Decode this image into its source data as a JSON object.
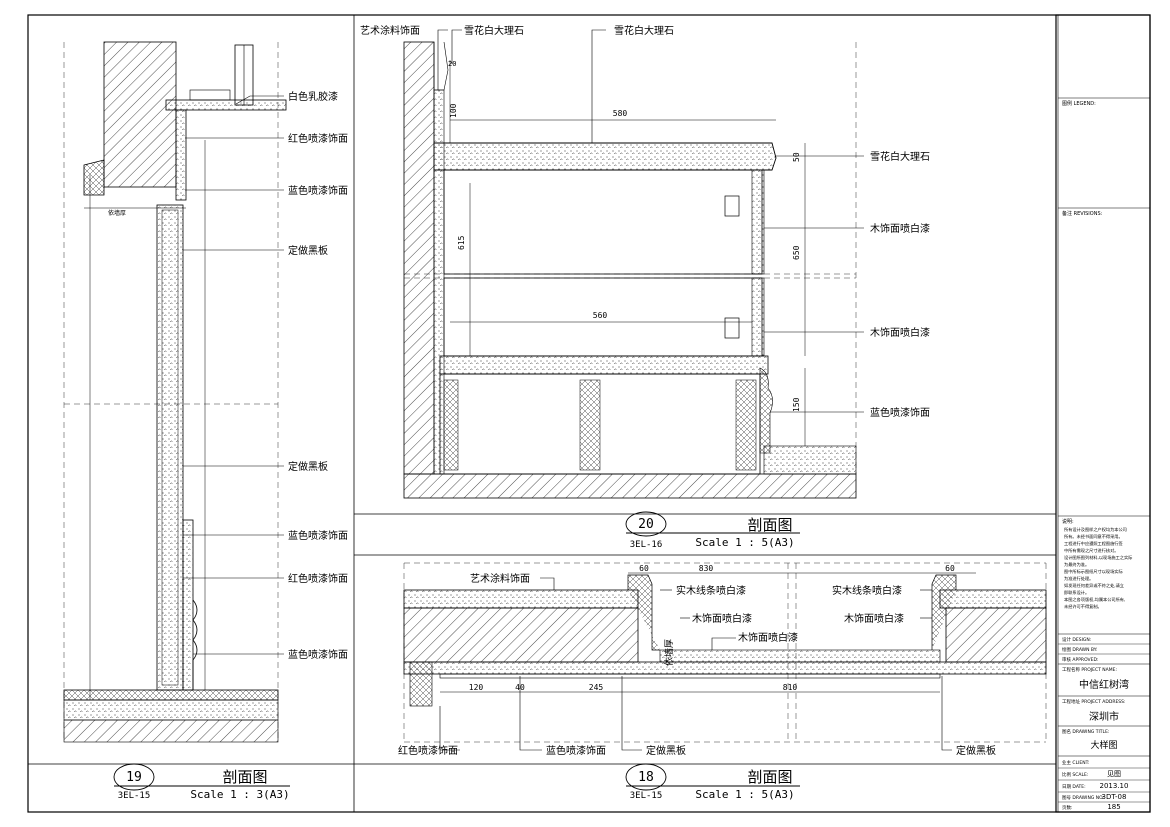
{
  "drawing_19": {
    "number": "19",
    "ref": "3EL-15",
    "title": "剖面图",
    "scale": "Scale 1 : 3(A3)",
    "labels": [
      "白色乳胶漆",
      "红色喷漆饰面",
      "蓝色喷漆饰面",
      "定做黑板",
      "定做黑板",
      "蓝色喷漆饰面",
      "红色喷漆饰面",
      "蓝色喷漆饰面"
    ],
    "note": "依墙厚"
  },
  "drawing_20": {
    "number": "20",
    "ref": "3EL-16",
    "title": "剖面图",
    "scale": "Scale 1 : 5(A3)",
    "top_labels": [
      "艺术涂料饰面",
      "雪花白大理石",
      "雪花白大理石"
    ],
    "right_labels": [
      "雪花白大理石",
      "木饰面喷白漆",
      "木饰面喷白漆",
      "蓝色喷漆饰面"
    ],
    "dims": {
      "d20": "20",
      "d100": "100",
      "d580": "580",
      "d50": "50",
      "d615": "615",
      "d650": "650",
      "d560": "560",
      "d150": "150"
    }
  },
  "drawing_18": {
    "number": "18",
    "ref": "3EL-15",
    "title": "剖面图",
    "scale": "Scale 1 : 5(A3)",
    "labels": {
      "art_paint": "艺术涂料饰面",
      "solid_wood_l": "实木线条喷白漆",
      "solid_wood_r": "实木线条喷白漆",
      "wood_l": "木饰面喷白漆",
      "wood_r": "木饰面喷白漆",
      "wood_mid": "木饰面喷白漆",
      "wall_thk": "依墙厚",
      "red": "红色喷漆饰面",
      "blue": "蓝色喷漆饰面",
      "board_l": "定做黑板",
      "board_r": "定做黑板"
    },
    "dims": {
      "d60a": "60",
      "d830": "830",
      "d60b": "60",
      "d120": "120",
      "d40": "40",
      "d245": "245",
      "d810": "810"
    }
  },
  "title_block": {
    "legend": "图例 LEGEND:",
    "revisions": "备注 REVISIONS:",
    "notes_head": "说明:",
    "notes": [
      "所有设计及图样之产权均为本公司",
      "所有。未经书面同意不得采用。",
      "工程进行中应遵照工程图施行签",
      "中所有需现之尺寸进行核对。",
      "设计图所图列材料,以现场施工之实际",
      "为最终为准。",
      "图中所标示图纸尺寸以现场实际",
      "为准进行处理。",
      "如发现任何差异或不符之处,请立",
      "即联系设计。",
      "本图之各项版权,均属本公司所有,",
      "未经许可不得复制。"
    ],
    "design": "设计 DESIGN:",
    "drawn": "绘图 DRAWN BY:",
    "checked": "审核 APPROVED:",
    "project_label": "工程名称 PROJECT NAME:",
    "project": "中信红树湾",
    "address_label": "工程地址 PROJECT ADDRESS:",
    "address": "深圳市",
    "drawing_title_label": "图名 DRAWING TITLE:",
    "drawing_title": "大样图",
    "client_label": "业主 CLIENT:",
    "scale_label": "比例 SCALE:",
    "scale": "见图",
    "date_label": "日期 DATE:",
    "date": "2013.10",
    "no_label": "图号 DRAWING NO:",
    "no": "3DT-08",
    "page_label": "页数:",
    "page": "185"
  }
}
